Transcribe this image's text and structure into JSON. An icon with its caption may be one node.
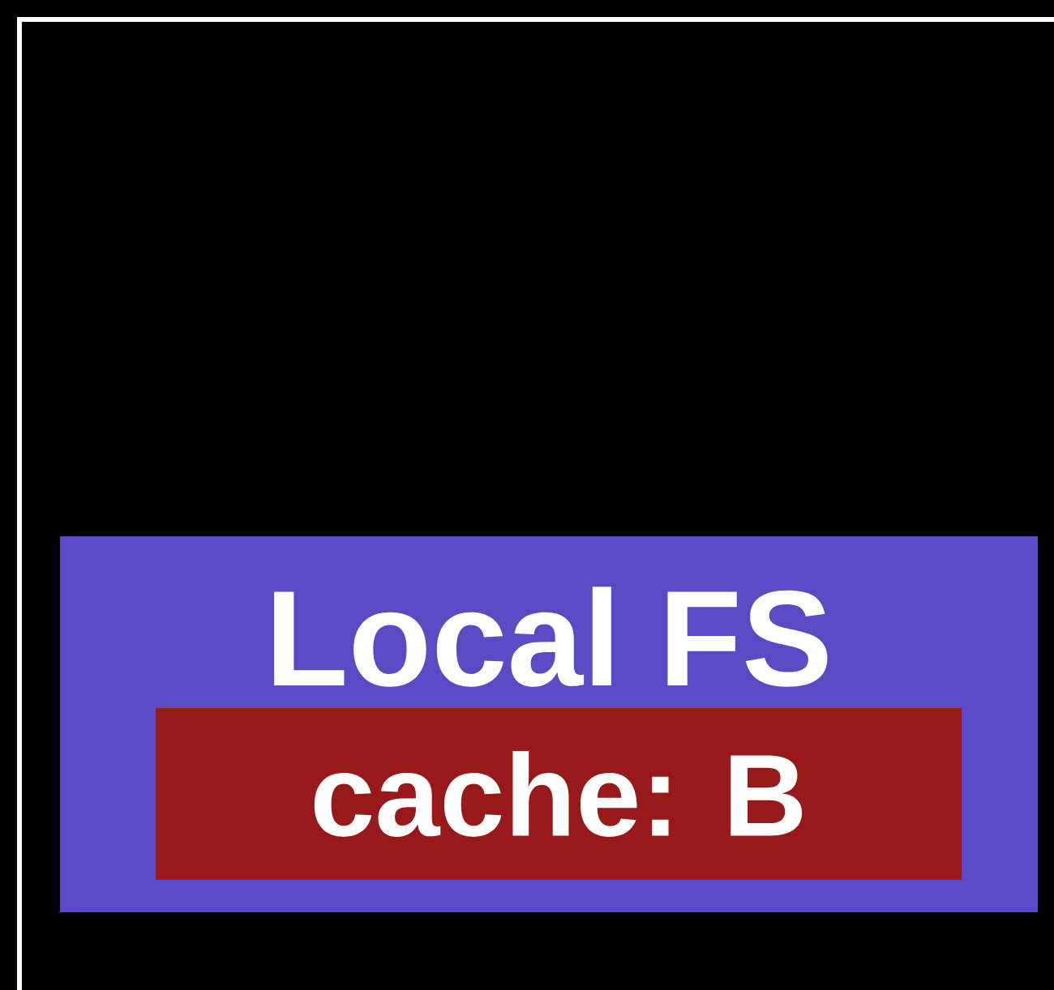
{
  "diagram": {
    "nodes": [
      {
        "text": [
          "Local FS"
        ]
      },
      {
        "text": [
          "cache: B"
        ],
        "in": 0
      }
    ]
  }
}
